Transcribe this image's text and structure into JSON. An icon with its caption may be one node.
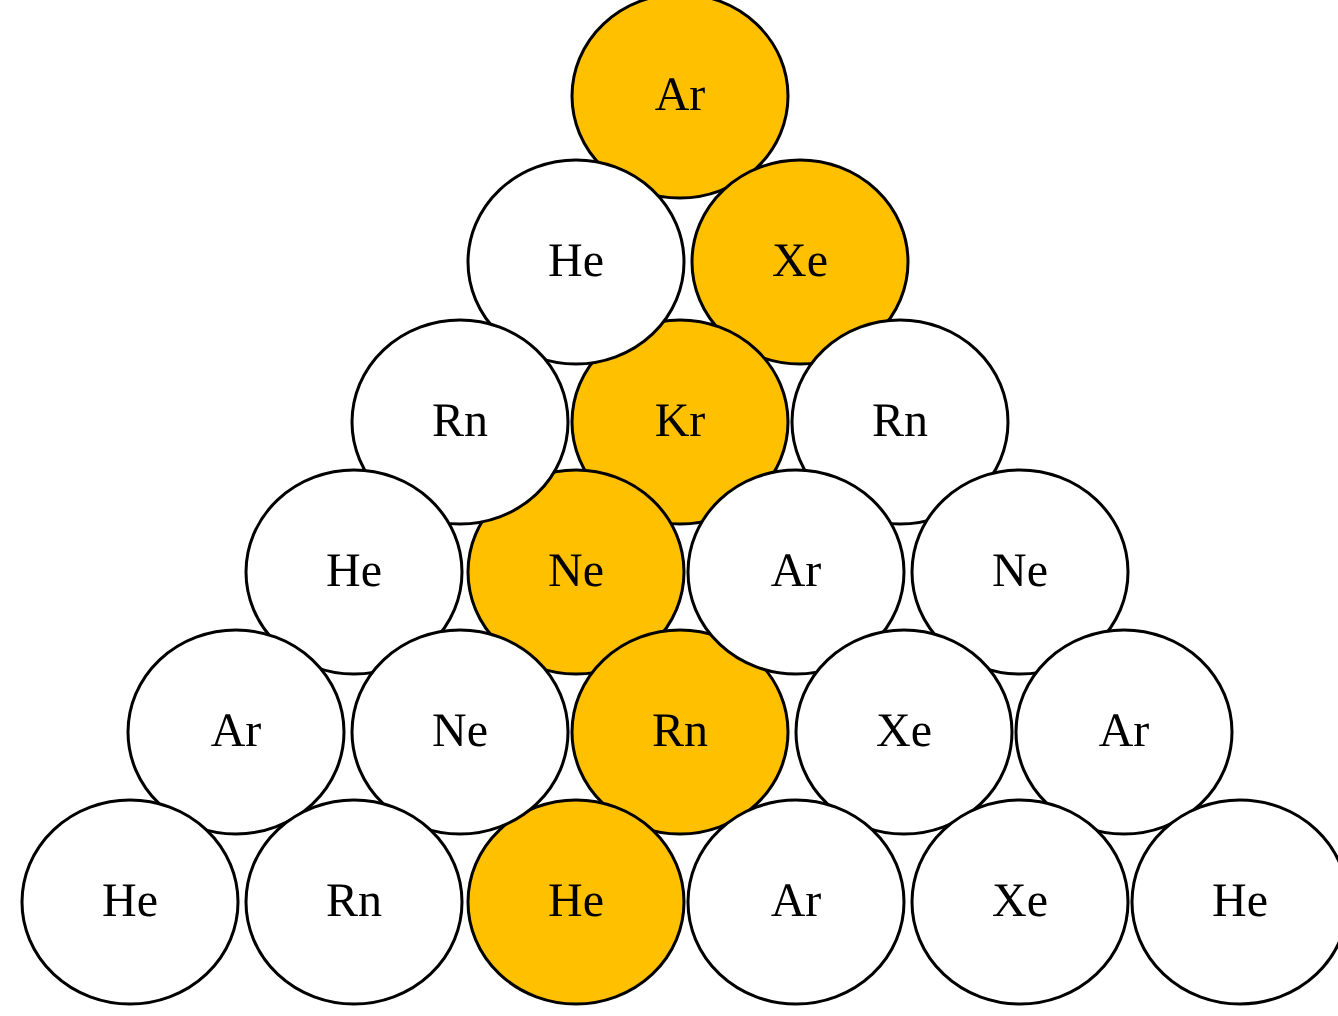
{
  "diagram": {
    "nodes": [
      {
        "text": [
          "Ar"
        ]
      },
      {
        "text": [
          "He"
        ]
      },
      {
        "text": [
          "Xe"
        ]
      },
      {
        "text": [
          "Rn"
        ]
      },
      {
        "text": [
          "Kr"
        ]
      },
      {
        "text": [
          "Rn"
        ]
      },
      {
        "text": [
          "He"
        ]
      },
      {
        "text": [
          "Ne"
        ]
      },
      {
        "text": [
          "Ar"
        ]
      },
      {
        "text": [
          "Ne"
        ]
      },
      {
        "text": [
          "Ar"
        ]
      },
      {
        "text": [
          "Ne"
        ]
      },
      {
        "text": [
          "Rn"
        ]
      },
      {
        "text": [
          "Xe"
        ]
      },
      {
        "text": [
          "Ar"
        ]
      },
      {
        "text": [
          "He"
        ]
      },
      {
        "text": [
          "Rn"
        ]
      },
      {
        "text": [
          "He"
        ]
      },
      {
        "text": [
          "Ar"
        ]
      },
      {
        "text": [
          "Xe"
        ]
      },
      {
        "text": [
          "He"
        ]
      }
    ]
  }
}
